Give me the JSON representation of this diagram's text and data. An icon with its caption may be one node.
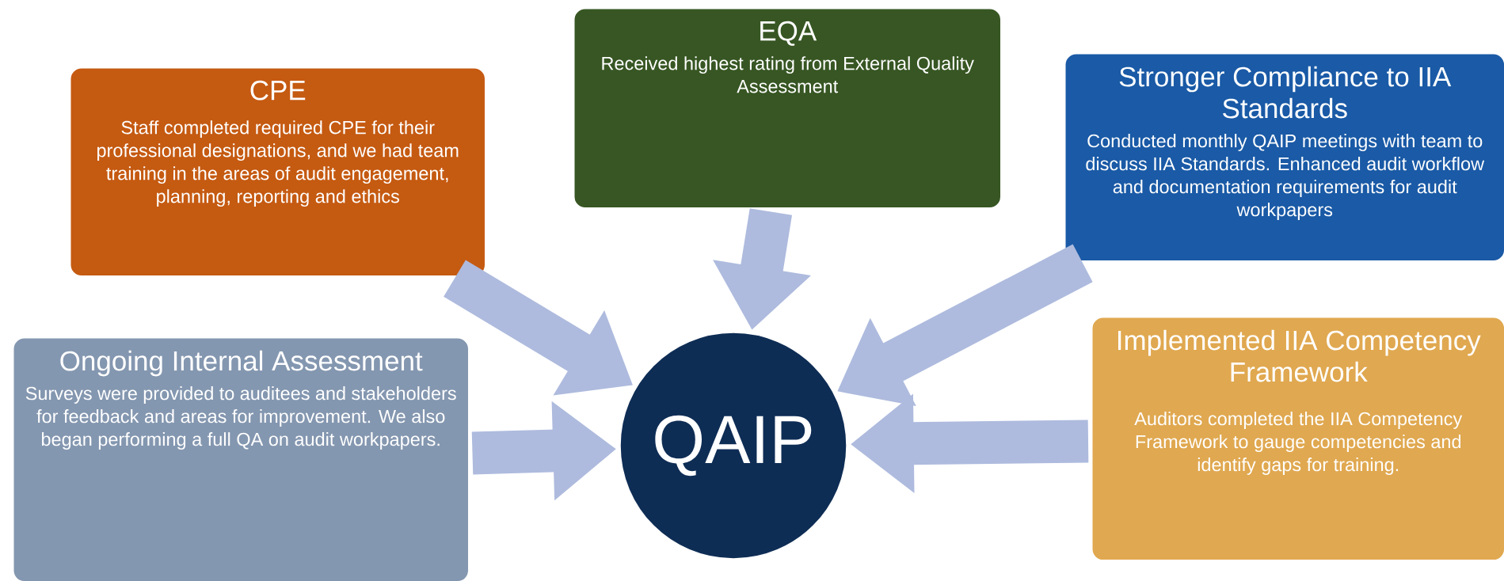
{
  "diagram": {
    "nodes": [
      {
        "text": [
          "CPE",
          "Staff completed required CPE for their professional designations, and we had team training in the areas of audit engagement, planning, reporting and ethics"
        ]
      },
      {
        "text": [
          "EQA",
          "Received highest rating from External Quality Assessment"
        ]
      },
      {
        "text": [
          "Stronger Compliance to IIA Standards",
          "Conducted monthly QAIP meetings with team to discuss IIA Standards. Enhanced audit workflow and documentation requirements for audit workpapers"
        ]
      },
      {
        "text": [
          "Ongoing Internal Assessment",
          "Surveys were provided to auditees and stakeholders for feedback and areas for improvement.  We also began performing a full QA on audit workpapers."
        ]
      },
      {
        "text": [
          "QAIP"
        ]
      },
      {
        "text": [
          "Implemented IIA Competency Framework",
          "Auditors completed the IIA Competency Framework to gauge competencies and identify gaps for training."
        ]
      }
    ],
    "edges": [
      {
        "from": 0,
        "to": 4,
        "arrow": "to"
      },
      {
        "from": 1,
        "to": 4,
        "arrow": "to"
      },
      {
        "from": 2,
        "to": 4,
        "arrow": "to"
      },
      {
        "from": 3,
        "to": 4,
        "arrow": "to"
      },
      {
        "from": 5,
        "to": 4,
        "arrow": "to"
      }
    ]
  }
}
